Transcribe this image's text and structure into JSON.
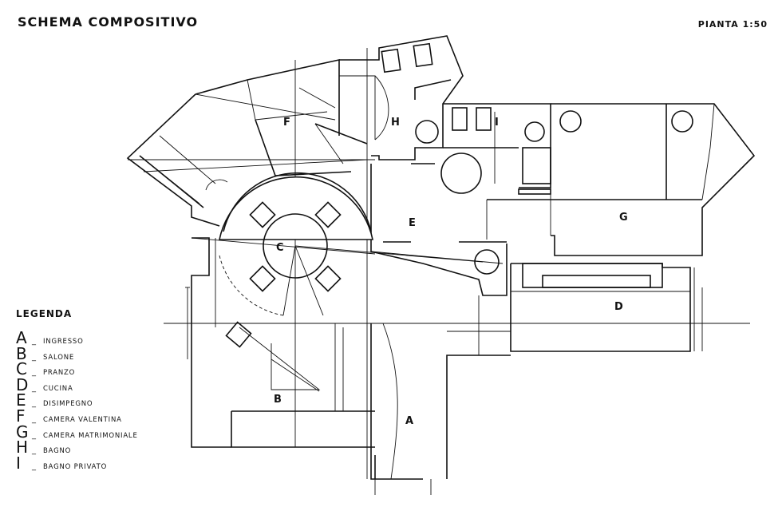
{
  "title": "SCHEMA COMPOSITIVO",
  "scale": "PIANTA 1:50",
  "legend": {
    "title": "LEGENDA",
    "separator": "_",
    "items": [
      {
        "letter": "A",
        "label": "INGRESSO"
      },
      {
        "letter": "B",
        "label": "SALONE"
      },
      {
        "letter": "C",
        "label": "PRANZO"
      },
      {
        "letter": "D",
        "label": "CUCINA"
      },
      {
        "letter": "E",
        "label": "DISIMPEGNO"
      },
      {
        "letter": "F",
        "label": "CAMERA VALENTINA"
      },
      {
        "letter": "G",
        "label": "CAMERA MATRIMONIALE"
      },
      {
        "letter": "H",
        "label": "BAGNO"
      },
      {
        "letter": "I",
        "label": "BAGNO PRIVATO"
      }
    ]
  },
  "room_labels": {
    "a": "A",
    "b": "B",
    "c": "C",
    "d": "D",
    "e": "E",
    "f": "F",
    "g": "G",
    "h": "H",
    "i": "I"
  }
}
